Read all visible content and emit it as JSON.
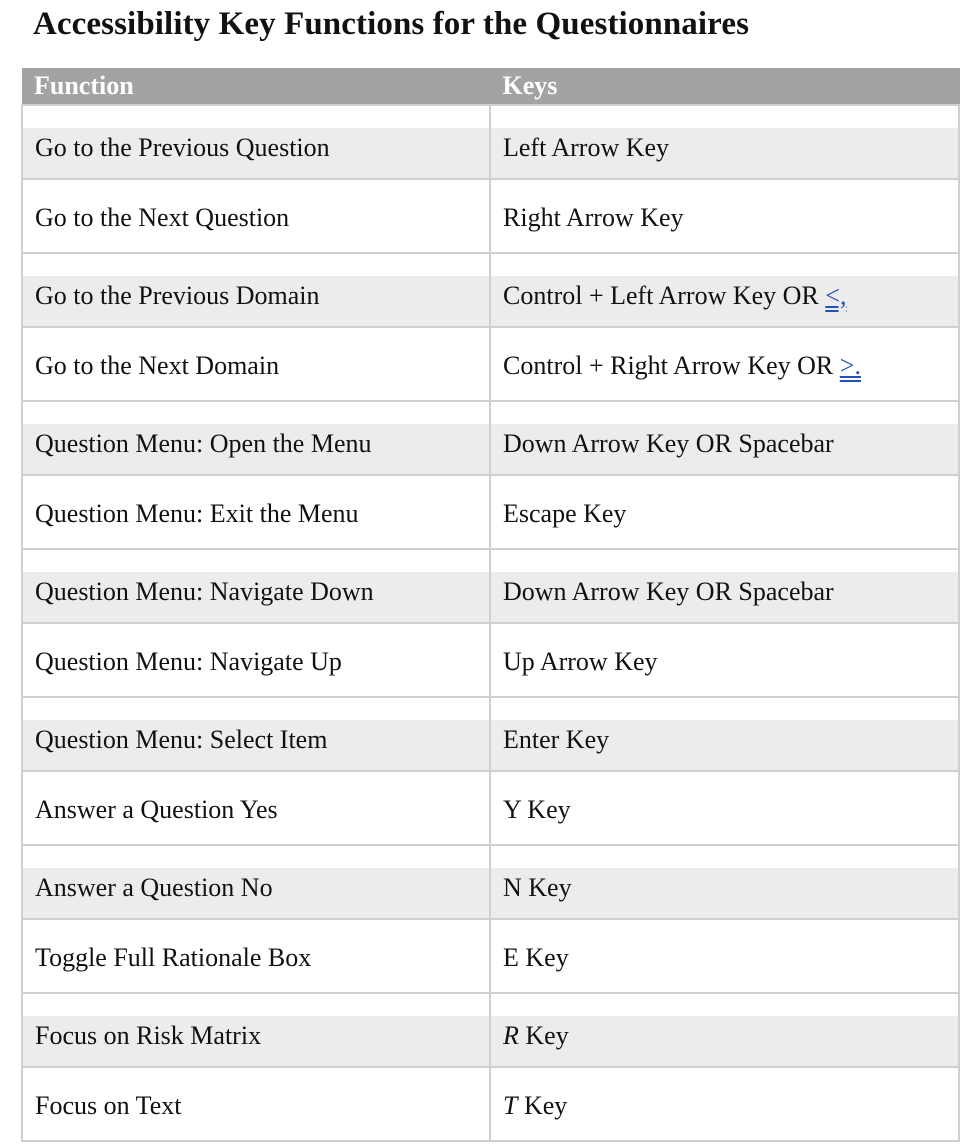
{
  "title": "Accessibility Key Functions for the Questionnaires",
  "table": {
    "headers": {
      "function": "Function",
      "keys": "Keys"
    },
    "rows": [
      {
        "function": "Go to the Previous Question",
        "keys": "Left Arrow Key"
      },
      {
        "function": "Go to the Next Question",
        "keys": "Right Arrow Key"
      },
      {
        "function": "Go to the Previous Domain",
        "keys": "Control + Left Arrow Key OR ",
        "link": "<,"
      },
      {
        "function": "Go to the Next Domain",
        "keys": "Control + Right Arrow Key OR ",
        "link": ">."
      },
      {
        "function": "Question Menu: Open the Menu",
        "keys": "Down Arrow Key OR Spacebar"
      },
      {
        "function": "Question Menu: Exit the Menu",
        "keys": "Escape Key"
      },
      {
        "function": "Question Menu: Navigate Down",
        "keys": "Down Arrow Key OR Spacebar"
      },
      {
        "function": "Question Menu: Navigate Up",
        "keys": "Up Arrow Key"
      },
      {
        "function": "Question Menu: Select Item",
        "keys": "Enter Key"
      },
      {
        "function": "Answer a Question Yes",
        "keys": "Y Key"
      },
      {
        "function": "Answer a Question No",
        "keys": "N Key"
      },
      {
        "function": "Toggle Full Rationale Box",
        "keys": "E Key"
      },
      {
        "function": "Focus on Risk Matrix",
        "key_letter": "R",
        "keys": " Key"
      },
      {
        "function": "Focus on Text",
        "key_letter": "T",
        "keys": " Key"
      }
    ]
  }
}
